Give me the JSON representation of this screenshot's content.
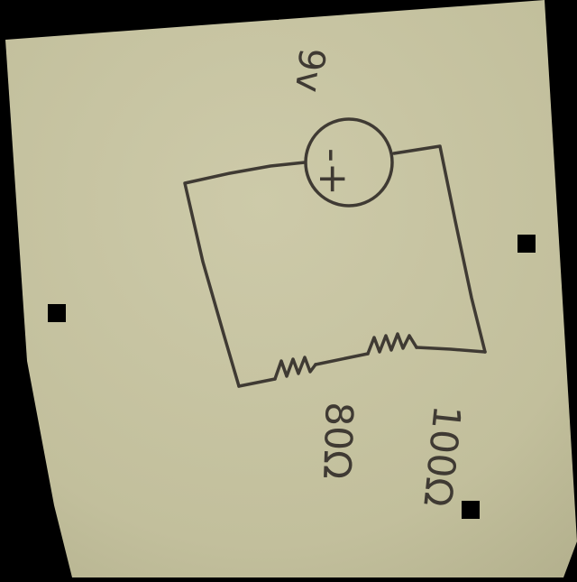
{
  "diagram": {
    "source": {
      "label": "9v",
      "symbol_text": "-+",
      "icon": "voltage-source-icon"
    },
    "resistors": [
      {
        "value_label": "80Ω",
        "icon": "resistor-icon"
      },
      {
        "value_label": "100Ω",
        "icon": "resistor-icon"
      }
    ]
  },
  "colors": {
    "background": "#000000",
    "paper": "#c6c3a0",
    "ink": "#3f3a33",
    "marker": "#000000"
  }
}
